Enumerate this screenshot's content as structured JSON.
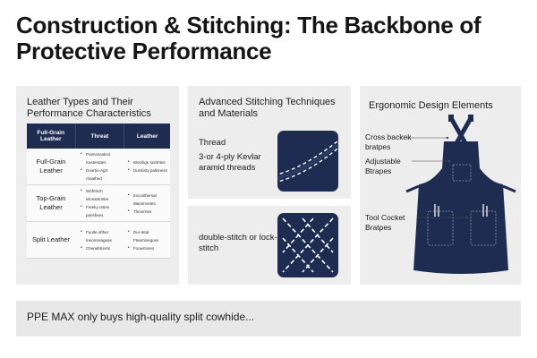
{
  "title": "Construction & Stitching: The Backbone of Protective Performance",
  "left_panel": {
    "heading": "Leather Types and Their Performance Characteristics",
    "columns": [
      "Full-Grain Leather",
      "Threat",
      "Leather"
    ],
    "rows": [
      {
        "label": "Full-Grain Leather",
        "col2": [
          "Poensceation Kasteraties",
          "Dourtio-Agrt Aloathed"
        ],
        "col3": [
          "Womlign Iostrhtes",
          "Durstirity pallonesn"
        ]
      },
      {
        "label": "Top-Grain Leather",
        "col2": [
          "Wofrtisch Wonsterntler",
          "Freeky retien pansfines"
        ],
        "col3": [
          "Excusthersal Wanimnetes",
          "Thmorrtes"
        ]
      },
      {
        "label": "Split Leather",
        "col2": [
          "Fuolte ofther Ineomreageas",
          "Chenebtrents"
        ],
        "col3": [
          "Dur-Ietal Ftearnisegoes",
          "Foowrtoses"
        ]
      }
    ]
  },
  "mid_top": {
    "heading": "Advanced Stitching Techniques and Materials",
    "label": "Thread",
    "desc": "3-or 4-ply Kevlar aramid threads"
  },
  "mid_bot": {
    "desc": "double-stitch or lock-stitch"
  },
  "right_panel": {
    "heading": "Ergonomic Design Elements",
    "callouts": [
      "Cross backek bratpes",
      "Adjustable Btrapes",
      "Tool Cocket Bratpes"
    ]
  },
  "bottom": {
    "text": "PPE MAX only buys high-quality split cowhide..."
  },
  "colors": {
    "navy": "#1f2c52",
    "panel": "#ededed"
  }
}
